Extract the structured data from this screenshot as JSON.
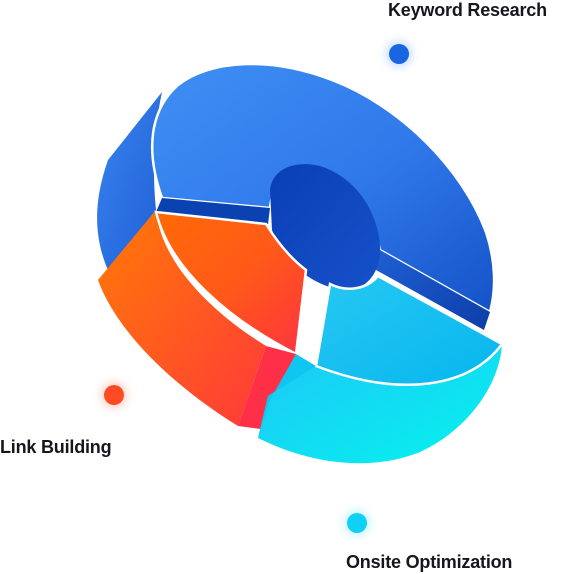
{
  "segments": [
    {
      "id": "keyword-research",
      "label": "Keyword Research",
      "color": "#1a66e0",
      "icon": "blue-dot"
    },
    {
      "id": "link-building",
      "label": "Link Building",
      "color": "#ff4a22",
      "icon": "orange-dot"
    },
    {
      "id": "onsite-optimization",
      "label": "Onsite Optimization",
      "color": "#0fd0f5",
      "icon": "cyan-dot"
    }
  ]
}
